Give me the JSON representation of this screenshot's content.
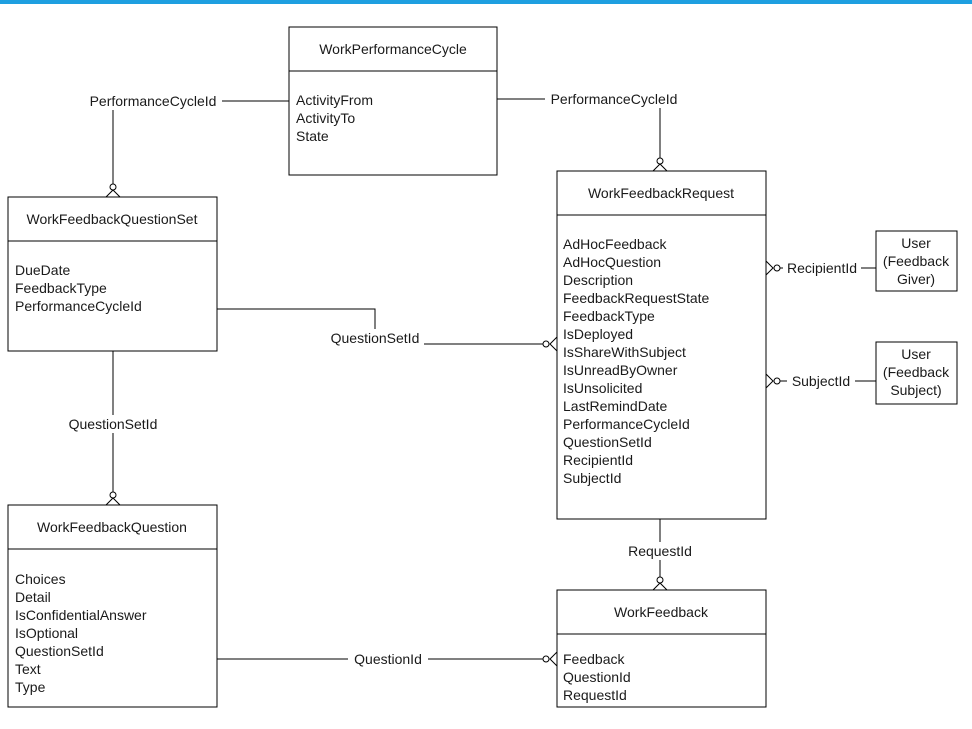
{
  "entities": {
    "cycle": {
      "title": "WorkPerformanceCycle",
      "fields": [
        "ActivityFrom",
        "ActivityTo",
        "State"
      ]
    },
    "question_set": {
      "title": "WorkFeedbackQuestionSet",
      "fields": [
        "DueDate",
        "FeedbackType",
        "PerformanceCycleId"
      ]
    },
    "request": {
      "title": "WorkFeedbackRequest",
      "fields": [
        "AdHocFeedback",
        "AdHocQuestion",
        "Description",
        "FeedbackRequestState",
        "FeedbackType",
        "IsDeployed",
        "IsShareWithSubject",
        "IsUnreadByOwner",
        "IsUnsolicited",
        "LastRemindDate",
        "PerformanceCycleId",
        "QuestionSetId",
        "RecipientId",
        "SubjectId"
      ]
    },
    "question": {
      "title": "WorkFeedbackQuestion",
      "fields": [
        "Choices",
        "Detail",
        "IsConfidentialAnswer",
        "IsOptional",
        "QuestionSetId",
        "Text",
        "Type"
      ]
    },
    "feedback": {
      "title": "WorkFeedback",
      "fields": [
        "Feedback",
        "QuestionId",
        "RequestId"
      ]
    },
    "user_giver": {
      "lines": [
        "User",
        "(Feedback",
        "Giver)"
      ]
    },
    "user_subject": {
      "lines": [
        "User",
        "(Feedback",
        "Subject)"
      ]
    }
  },
  "relationships": {
    "cycle_to_question_set": "PerformanceCycleId",
    "cycle_to_request": "PerformanceCycleId",
    "question_set_to_request": "QuestionSetId",
    "question_set_to_question": "QuestionSetId",
    "request_to_giver": "RecipientId",
    "request_to_subject": "SubjectId",
    "request_to_feedback": "RequestId",
    "question_to_feedback": "QuestionId"
  }
}
